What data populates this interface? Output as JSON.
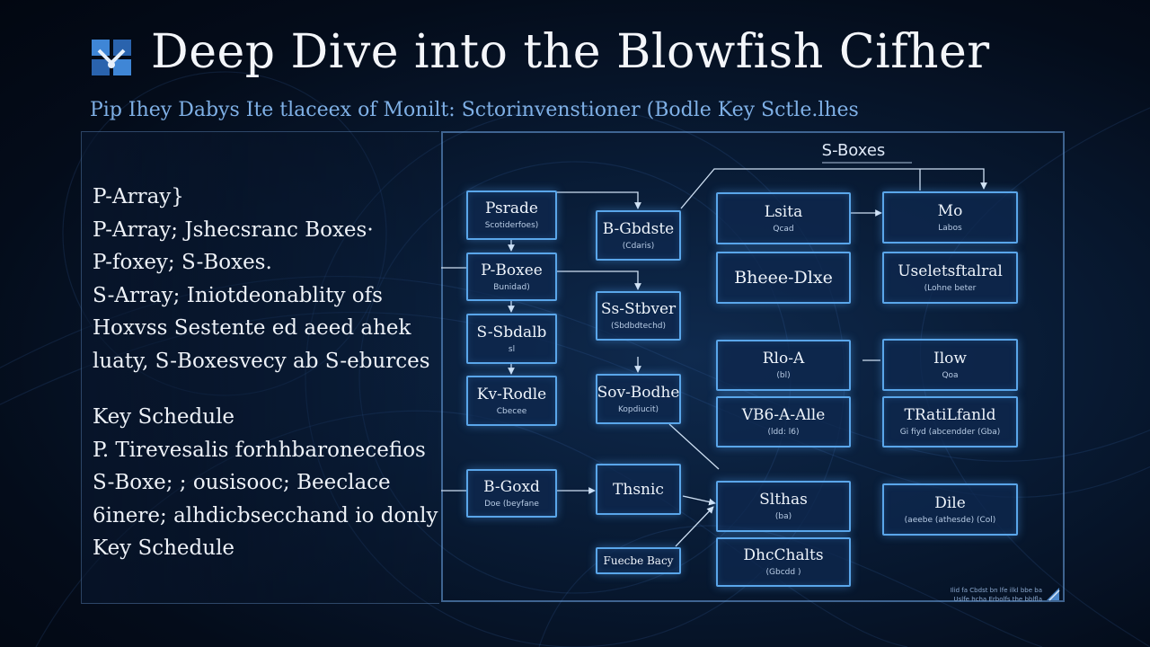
{
  "header": {
    "title": "Deep Dive  into the Blowfish Cifher",
    "subtitle": "Pip Ihey Dabys Ite tlaceex of Monilt: Sctorinvenstioner (Bodle Key Sctle.lhes"
  },
  "left_panel": {
    "lines": [
      "P-Array}",
      "P-Array;  Jshecsranc Boxes·",
      "P-foxey; S-Boxes.",
      "S-Array;  Iniotdeonablity ofs",
      "Hoxvss  Sestente ed aeed ahek",
      "luaty, S-Boxesvecy ab S-eburces",
      "Key Schedule",
      "P. Tirevesalis forhhbaronecefios",
      "S-Boxe; ; ousisooc; Beeclace",
      "6inere; alhdicbsecchand io donly",
      "Key Schedule"
    ]
  },
  "diagram": {
    "sboxes_label": "S-Boxes",
    "nodes": [
      {
        "id": "n1",
        "label": "Psrade",
        "sub": "Scotiderfoes)"
      },
      {
        "id": "n2",
        "label": "P-Boxee",
        "sub": "Bunidad)"
      },
      {
        "id": "n3",
        "label": "S-Sbdalb",
        "sub": "sl"
      },
      {
        "id": "n4",
        "label": "Kv-Rodle",
        "sub": "Cbecee"
      },
      {
        "id": "n5",
        "label": "B-Goxd",
        "sub": "Doe (beyfane"
      },
      {
        "id": "n6",
        "label": "B-Gbdste",
        "sub": "(Cdaris)"
      },
      {
        "id": "n7",
        "label": "Ss-Stbver",
        "sub": "(Sbdbdtechd)"
      },
      {
        "id": "n8",
        "label": "Sov-Bodhe",
        "sub": "Kopdiucit)"
      },
      {
        "id": "n9",
        "label": "Thsnic",
        "sub": ""
      },
      {
        "id": "n10",
        "label": "Fuecbe Bacy",
        "sub": ""
      },
      {
        "id": "n11",
        "label": "Lsita",
        "sub": "Qcad"
      },
      {
        "id": "n12",
        "label": "Bheee-Dlxe",
        "sub": ""
      },
      {
        "id": "n13",
        "label": "Rlo-A",
        "sub": "(bl)"
      },
      {
        "id": "n14",
        "label": "VB6-A-Alle",
        "sub": "(ldd: l6)"
      },
      {
        "id": "n15",
        "label": "Slthas",
        "sub": "(ba)"
      },
      {
        "id": "n16",
        "label": "DhcChalts",
        "sub": "(Gbcdd       )"
      },
      {
        "id": "n17",
        "label": "Mo",
        "sub": "Labos"
      },
      {
        "id": "n18",
        "label": "Useletsftalral",
        "sub": "(Lohne beter"
      },
      {
        "id": "n19",
        "label": "Ilow",
        "sub": "Qoa"
      },
      {
        "id": "n20",
        "label": "TRatiLfanld",
        "sub": "Gi fiyd (abcendder (Gba)"
      },
      {
        "id": "n21",
        "label": "Dile",
        "sub": "(aeebe (athesde) (Col)"
      }
    ]
  },
  "footer": {
    "credit_line1": "Ilid fa Cbdst bn lfe ilkl bbe ba",
    "credit_line2": "Uslfe hcha Erbolfs the bblfla"
  },
  "colors": {
    "accent": "#5aa6ea",
    "subtitle": "#7fb0e6",
    "background": "#061327"
  }
}
